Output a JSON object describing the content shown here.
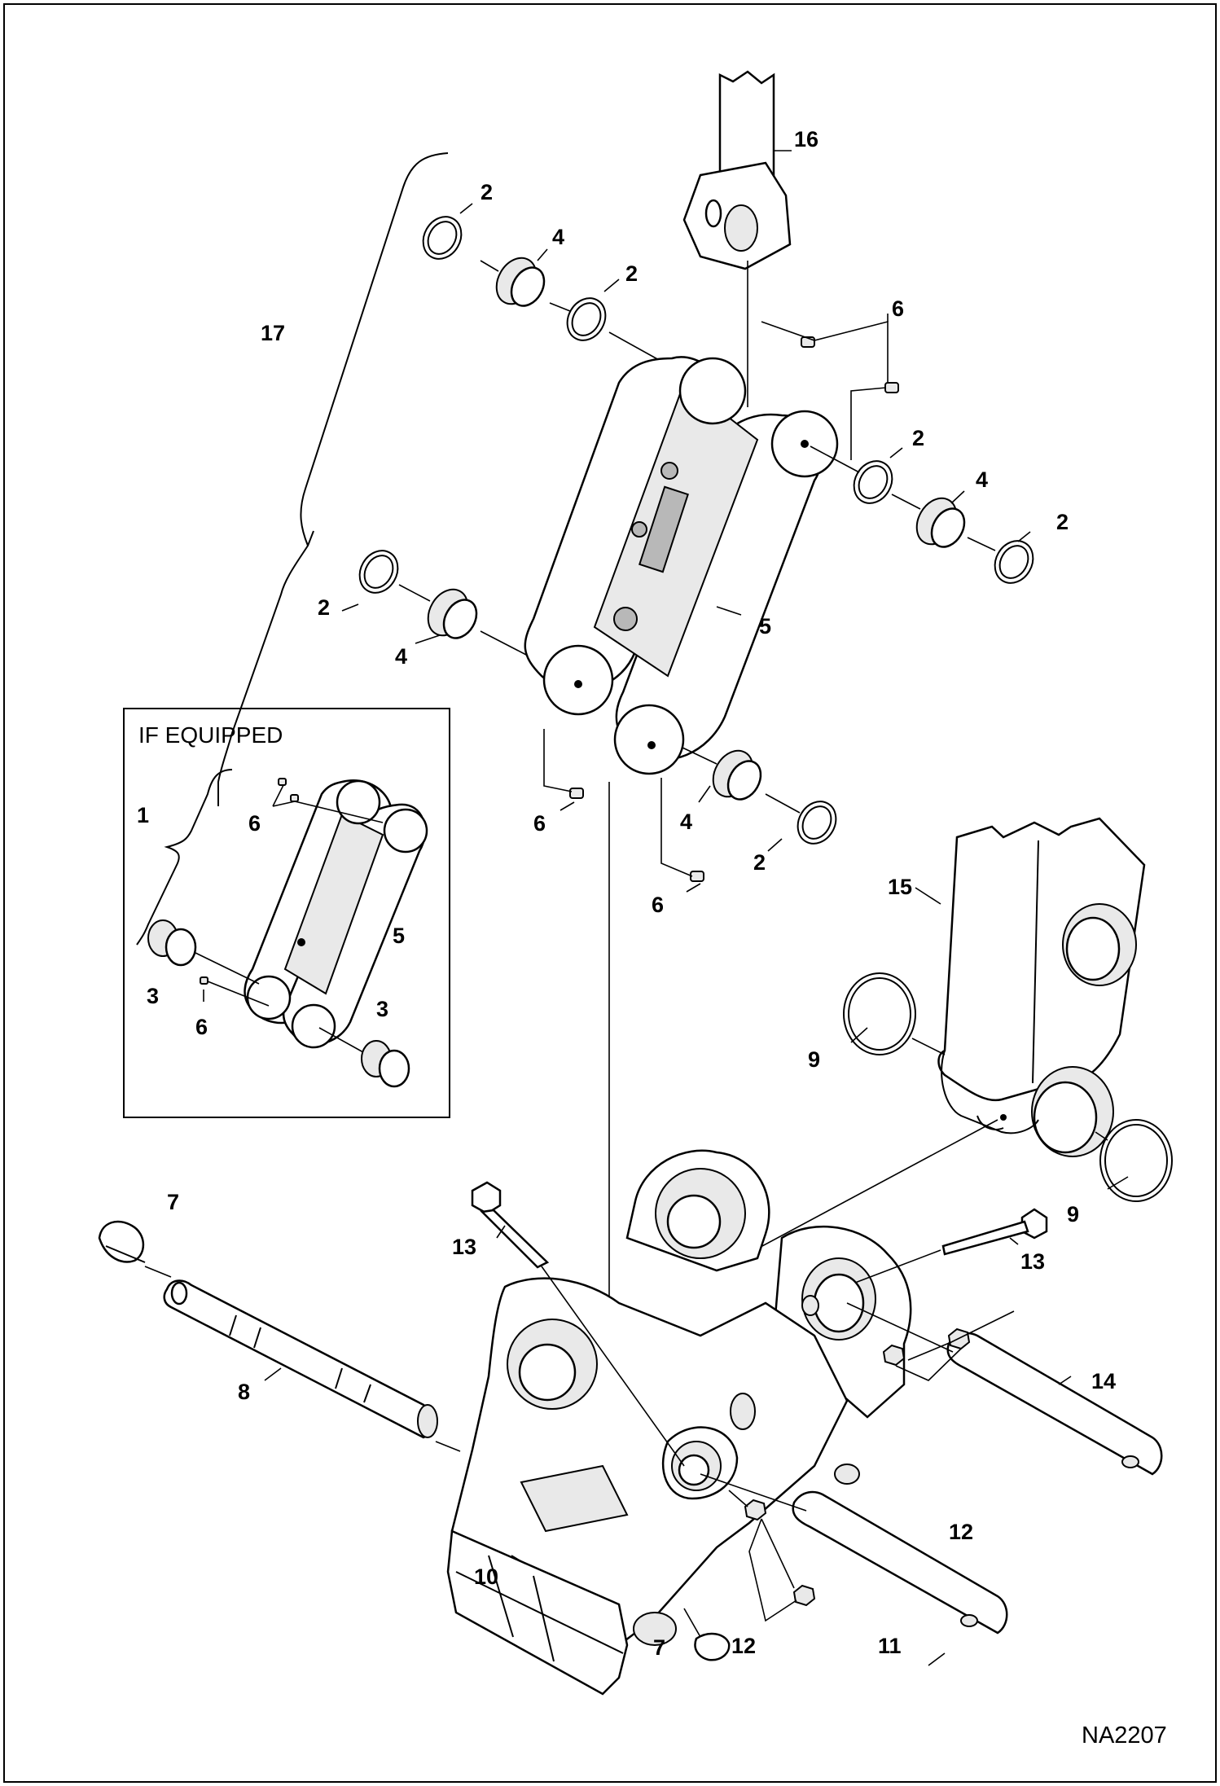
{
  "inset": {
    "title": "IF EQUIPPED"
  },
  "drawing_number": "NA2207",
  "callouts": {
    "c16": "16",
    "c2a": "2",
    "c4a": "4",
    "c2b": "2",
    "c17": "17",
    "c6a": "6",
    "c2c": "2",
    "c4b": "4",
    "c2d": "2",
    "c2e": "2",
    "c4c": "4",
    "c5a": "5",
    "c6b": "6",
    "c4d": "4",
    "c6c": "6",
    "c2f": "2",
    "c15": "15",
    "c1": "1",
    "c6d": "6",
    "c5b": "5",
    "c3a": "3",
    "c6e": "6",
    "c3b": "3",
    "c9a": "9",
    "c9b": "9",
    "c7a": "7",
    "c13a": "13",
    "c13b": "13",
    "c8": "8",
    "c14": "14",
    "c12a": "12",
    "c10": "10",
    "c7b": "7",
    "c12b": "12",
    "c11": "11"
  }
}
